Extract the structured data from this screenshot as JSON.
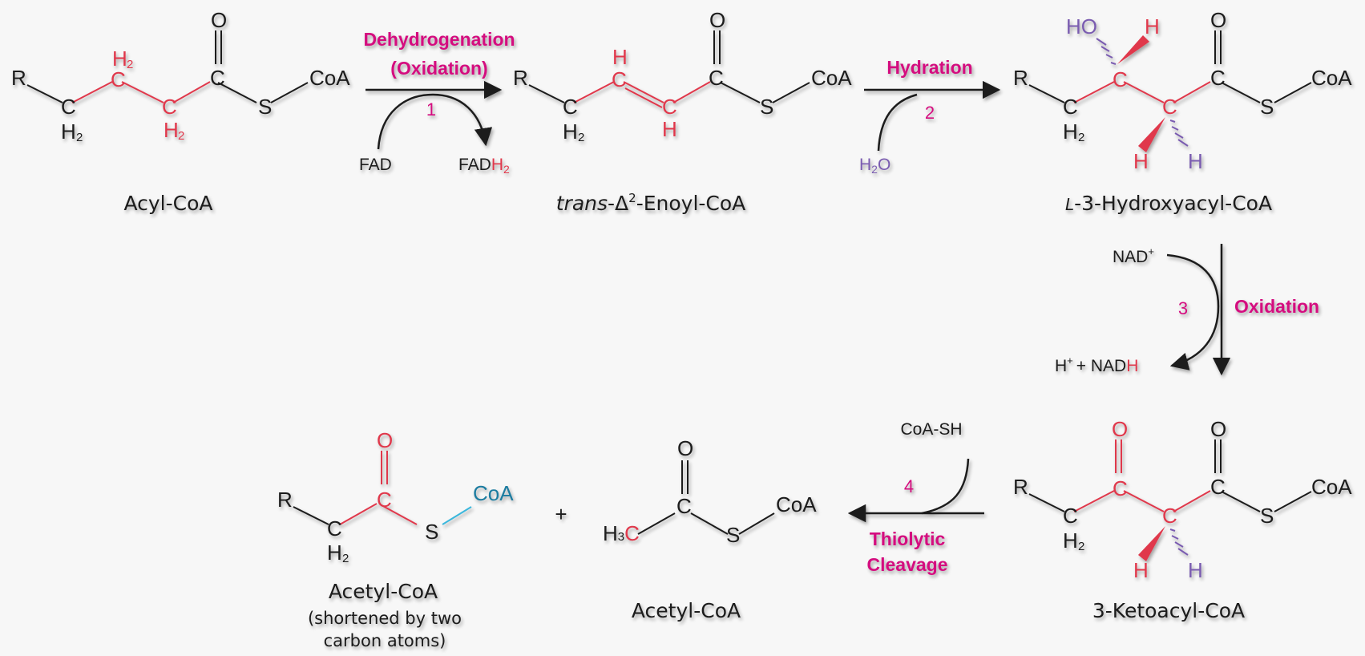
{
  "colors": {
    "bond": "#1a1a1a",
    "red": "#e0384c",
    "magenta": "#d4117f",
    "purple": "#7a5cb0",
    "teal": "#1f7ca0",
    "cyan": "#3ab7dc"
  },
  "atoms": {
    "R": "R",
    "C": "C",
    "S": "S",
    "O": "O",
    "H": "H",
    "H2": "H",
    "two": "2",
    "CoA": "CoA",
    "HO": "HO",
    "H3": "H",
    "three": "3"
  },
  "compounds": {
    "acyl_coa": "Acyl-CoA",
    "enoyl_coa_prefix": "trans",
    "enoyl_coa_delta": "-Δ",
    "enoyl_coa_sup": "2",
    "enoyl_coa_suffix": "-Enoyl-CoA",
    "hydroxyacyl_coa_prefix": "L",
    "hydroxyacyl_coa_suffix": "-3-Hydroxyacyl-CoA",
    "ketoacyl_coa": "3-Ketoacyl-CoA",
    "acetyl_coa": "Acetyl-CoA",
    "shortened_acyl_coa": "Acetyl-CoA",
    "shortened_note_1": "(shortened by two",
    "shortened_note_2": "carbon atoms)"
  },
  "steps": {
    "step1_name_1": "Dehydrogenation",
    "step1_name_2": "(Oxidation)",
    "step1_num": "1",
    "step2_name": "Hydration",
    "step2_num": "2",
    "step3_name": "Oxidation",
    "step3_num": "3",
    "step4_name_1": "Thiolytic",
    "step4_name_2": "Cleavage",
    "step4_num": "4"
  },
  "reagents": {
    "fad": "FAD",
    "fadh2_base": "FAD",
    "fadh2_h": "H",
    "fadh2_sub": "2",
    "water_h": "H",
    "water_sub": "2",
    "water_o": "O",
    "nad_plus": "NAD",
    "plus_sup": "+",
    "h_plus": "H",
    "plus_join": "+ NAD",
    "nadh_h": "H",
    "coa_sh": "CoA-SH",
    "plus_sign": "+"
  }
}
